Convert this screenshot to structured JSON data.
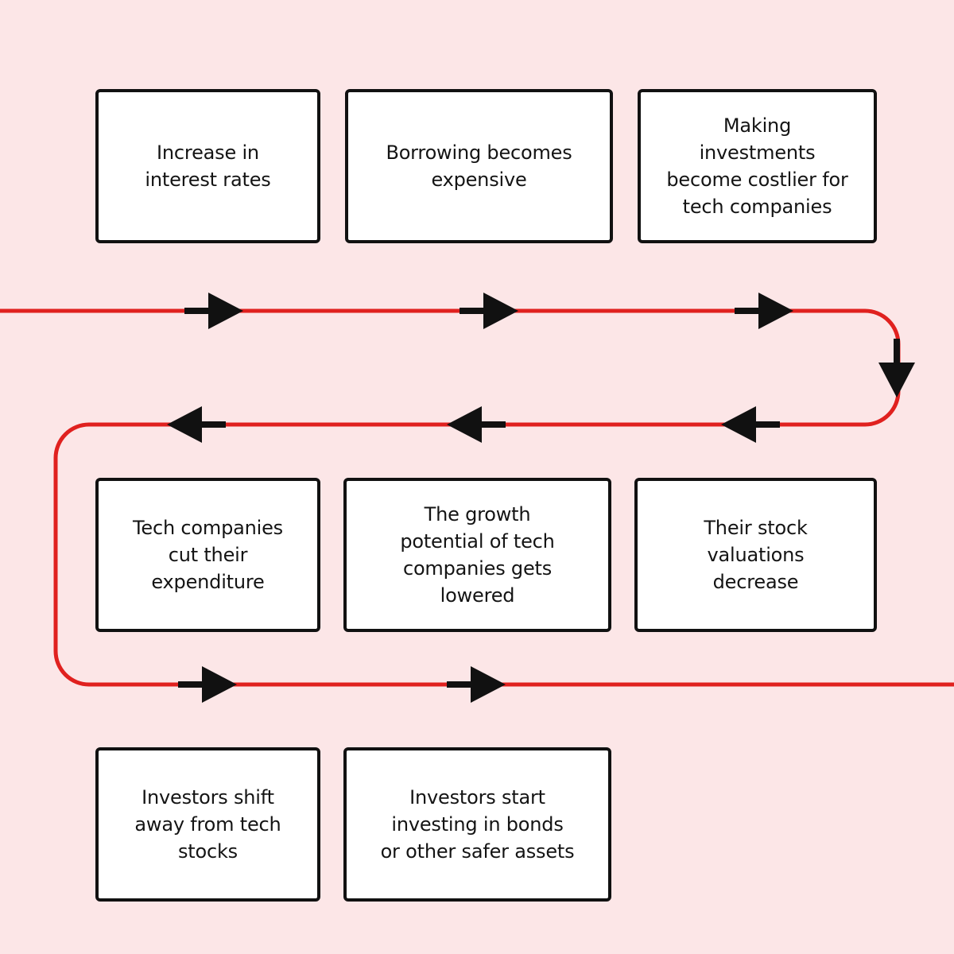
{
  "theme": {
    "background": "#fce6e7",
    "line_color": "#e0211f",
    "arrow_color": "#111111",
    "box_border": "#111111",
    "box_fill": "#ffffff"
  },
  "steps": [
    {
      "text": "Increase in\ninterest rates"
    },
    {
      "text": "Borrowing becomes\nexpensive"
    },
    {
      "text": "Making\ninvestments\nbecome costlier for\ntech companies"
    },
    {
      "text": "Tech companies\ncut their\nexpenditure"
    },
    {
      "text": "The growth\npotential of tech\ncompanies gets\nlowered"
    },
    {
      "text": "Their stock\nvaluations\ndecrease"
    },
    {
      "text": "Investors shift\naway from tech\nstocks"
    },
    {
      "text": "Investors start\ninvesting in bonds\nor other safer assets"
    }
  ],
  "arrows": [
    {
      "direction": "right"
    },
    {
      "direction": "right"
    },
    {
      "direction": "right"
    },
    {
      "direction": "down"
    },
    {
      "direction": "left"
    },
    {
      "direction": "left"
    },
    {
      "direction": "left"
    },
    {
      "direction": "right"
    },
    {
      "direction": "right"
    }
  ]
}
